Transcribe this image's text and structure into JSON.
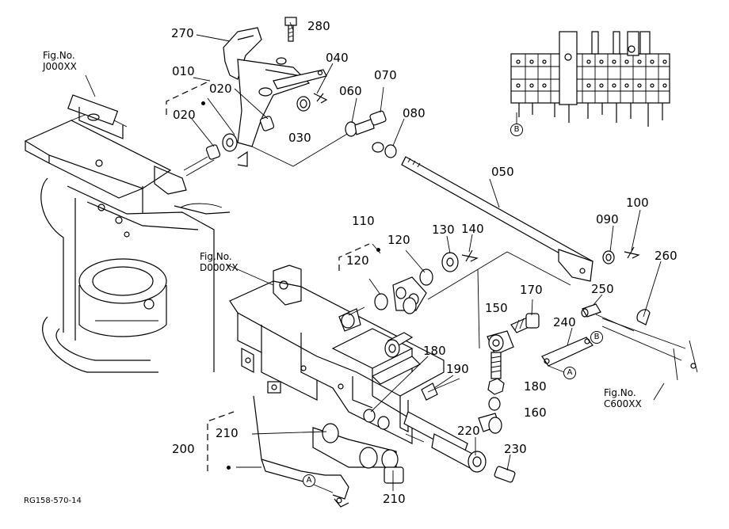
{
  "parts": {
    "p270": "270",
    "p280": "280",
    "p010": "010",
    "p020a": "020",
    "p020b": "020",
    "p040": "040",
    "p070": "070",
    "p060": "060",
    "p080": "080",
    "p030": "030",
    "p050": "050",
    "p090": "090",
    "p100": "100",
    "p260": "260",
    "p110": "110",
    "p120a": "120",
    "p120b": "120",
    "p130": "130",
    "p140": "140",
    "p150": "150",
    "p170": "170",
    "p250": "250",
    "p240": "240",
    "p180a": "180",
    "p190": "190",
    "p180b": "180",
    "p160": "160",
    "p210a": "210",
    "p200": "200",
    "p220": "220",
    "p230": "230",
    "p210b": "210"
  },
  "figrefs": {
    "j000": {
      "line1": "Fig.No.",
      "line2": "J000XX"
    },
    "d000": {
      "line1": "Fig.No.",
      "line2": "D000XX"
    },
    "c600": {
      "line1": "Fig.No.",
      "line2": "C600XX"
    }
  },
  "markers": {
    "a": "A",
    "b": "B"
  },
  "drawing_ref": "RG158-570-14"
}
